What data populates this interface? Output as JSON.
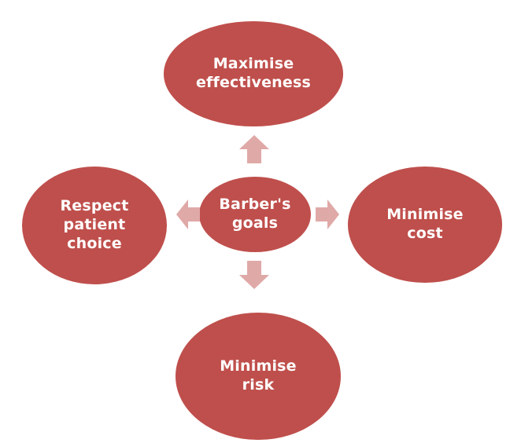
{
  "diagram": {
    "type": "radial-goal-diagram",
    "colors": {
      "node_fill": "#BF4F4C",
      "arrow_fill": "#DFA9A7",
      "text_color": "#FFFFFF",
      "background": "#FFFFFF"
    },
    "center": {
      "label": "Barber's\ngoals"
    },
    "nodes": {
      "top": {
        "label": "Maximise\neffectiveness"
      },
      "right": {
        "label": "Minimise\ncost"
      },
      "bottom": {
        "label": "Minimise\nrisk"
      },
      "left": {
        "label": "Respect\npatient\nchoice"
      }
    },
    "arrows": {
      "up": "center-to-top",
      "right": "center-to-right",
      "down": "center-to-bottom",
      "left": "center-to-left"
    }
  }
}
